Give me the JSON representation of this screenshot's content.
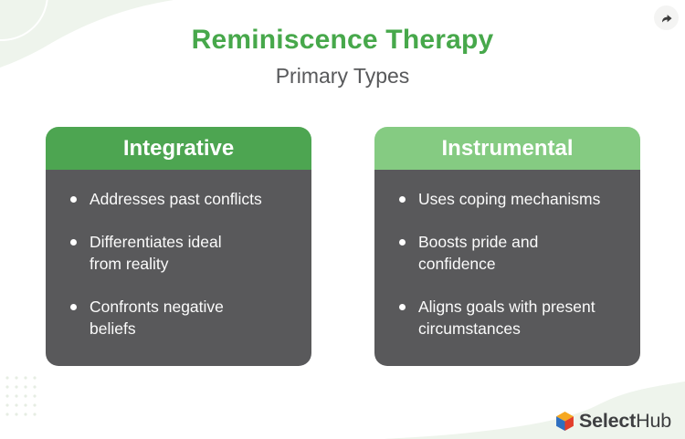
{
  "colors": {
    "title_green": "#47a84b",
    "subtitle_gray": "#58595b",
    "card_body_gray": "#59595b",
    "integrative_header_green": "#4da551",
    "instrumental_header_green": "#85cb82",
    "bullet_text_white": "#fbfbfb",
    "background_accent_green": "#eef4ec",
    "logo_yellow": "#f6a821",
    "logo_red": "#e23e2b",
    "logo_blue": "#2e6fc0",
    "logo_text_gray": "#3e3f41"
  },
  "header": {
    "title": "Reminiscence Therapy",
    "subtitle": "Primary Types"
  },
  "cards": [
    {
      "title": "Integrative",
      "header_color": "#4da551",
      "items": [
        "Addresses past conflicts",
        "Differentiates ideal\nfrom reality",
        "Confronts negative\nbeliefs"
      ]
    },
    {
      "title": "Instrumental",
      "header_color": "#85cb82",
      "items": [
        "Uses coping mechanisms",
        "Boosts pride and\nconfidence",
        "Aligns goals with present\ncircumstances"
      ]
    }
  ],
  "logo": {
    "brand_bold": "Select",
    "brand_regular": "Hub"
  }
}
